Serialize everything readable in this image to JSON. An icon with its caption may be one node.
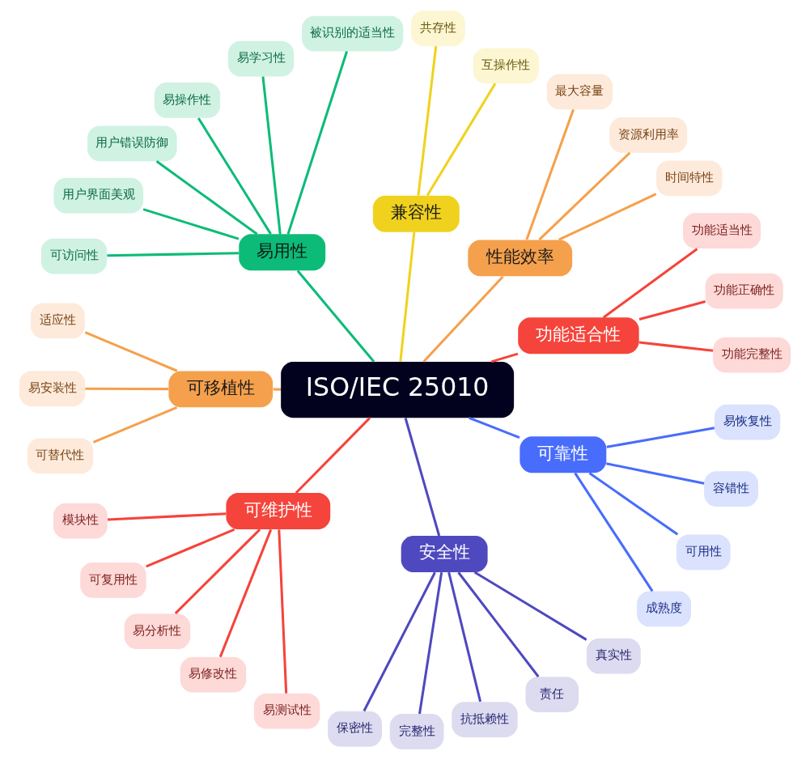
{
  "diagram": {
    "nodes": [
      {
        "text": [
          "ISO/IEC 25010"
        ]
      },
      {
        "text": [
          "功能适合性"
        ]
      },
      {
        "text": [
          "功能完整性"
        ]
      },
      {
        "text": [
          "功能正确性"
        ]
      },
      {
        "text": [
          "功能适当性"
        ]
      },
      {
        "text": [
          "性能效率"
        ]
      },
      {
        "text": [
          "时间特性"
        ]
      },
      {
        "text": [
          "资源利用率"
        ]
      },
      {
        "text": [
          "最大容量"
        ]
      },
      {
        "text": [
          "兼容性"
        ]
      },
      {
        "text": [
          "互操作性"
        ]
      },
      {
        "text": [
          "共存性"
        ]
      },
      {
        "text": [
          "易用性"
        ]
      },
      {
        "text": [
          "被识别的适当性"
        ]
      },
      {
        "text": [
          "易学习性"
        ]
      },
      {
        "text": [
          "易操作性"
        ]
      },
      {
        "text": [
          "用户错误防御"
        ]
      },
      {
        "text": [
          "用户界面美观"
        ]
      },
      {
        "text": [
          "可访问性"
        ]
      },
      {
        "text": [
          "可移植性"
        ]
      },
      {
        "text": [
          "适应性"
        ]
      },
      {
        "text": [
          "易安装性"
        ]
      },
      {
        "text": [
          "可替代性"
        ]
      },
      {
        "text": [
          "可维护性"
        ]
      },
      {
        "text": [
          "模块性"
        ]
      },
      {
        "text": [
          "可复用性"
        ]
      },
      {
        "text": [
          "易分析性"
        ]
      },
      {
        "text": [
          "易修改性"
        ]
      },
      {
        "text": [
          "易测试性"
        ]
      },
      {
        "text": [
          "安全性"
        ]
      },
      {
        "text": [
          "保密性"
        ]
      },
      {
        "text": [
          "完整性"
        ]
      },
      {
        "text": [
          "抗抵赖性"
        ]
      },
      {
        "text": [
          "责任"
        ]
      },
      {
        "text": [
          "真实性"
        ]
      },
      {
        "text": [
          "可靠性"
        ]
      },
      {
        "text": [
          "成熟度"
        ]
      },
      {
        "text": [
          "可用性"
        ]
      },
      {
        "text": [
          "容错性"
        ]
      },
      {
        "text": [
          "易恢复性"
        ]
      }
    ],
    "edges": [
      {
        "from": 0,
        "to": 1,
        "arrow": "none",
        "color": "#f5443b"
      },
      {
        "from": 1,
        "to": 2,
        "arrow": "none",
        "color": "#f5443b"
      },
      {
        "from": 1,
        "to": 3,
        "arrow": "none",
        "color": "#f5443b"
      },
      {
        "from": 1,
        "to": 4,
        "arrow": "none",
        "color": "#f5443b"
      },
      {
        "from": 0,
        "to": 5,
        "arrow": "none",
        "color": "#f5a04c"
      },
      {
        "from": 5,
        "to": 6,
        "arrow": "none",
        "color": "#f5a04c"
      },
      {
        "from": 5,
        "to": 7,
        "arrow": "none",
        "color": "#f5a04c"
      },
      {
        "from": 5,
        "to": 8,
        "arrow": "none",
        "color": "#f5a04c"
      },
      {
        "from": 0,
        "to": 9,
        "arrow": "none",
        "color": "#f0d21e"
      },
      {
        "from": 9,
        "to": 10,
        "arrow": "none",
        "color": "#f0d21e"
      },
      {
        "from": 9,
        "to": 11,
        "arrow": "none",
        "color": "#f0d21e"
      },
      {
        "from": 0,
        "to": 12,
        "arrow": "none",
        "color": "#0dbb78"
      },
      {
        "from": 12,
        "to": 13,
        "arrow": "none",
        "color": "#0dbb78"
      },
      {
        "from": 12,
        "to": 14,
        "arrow": "none",
        "color": "#0dbb78"
      },
      {
        "from": 12,
        "to": 15,
        "arrow": "none",
        "color": "#0dbb78"
      },
      {
        "from": 12,
        "to": 16,
        "arrow": "none",
        "color": "#0dbb78"
      },
      {
        "from": 12,
        "to": 17,
        "arrow": "none",
        "color": "#0dbb78"
      },
      {
        "from": 12,
        "to": 18,
        "arrow": "none",
        "color": "#0dbb78"
      },
      {
        "from": 0,
        "to": 19,
        "arrow": "none",
        "color": "#f5a04c"
      },
      {
        "from": 19,
        "to": 20,
        "arrow": "none",
        "color": "#f5a04c"
      },
      {
        "from": 19,
        "to": 21,
        "arrow": "none",
        "color": "#f5a04c"
      },
      {
        "from": 19,
        "to": 22,
        "arrow": "none",
        "color": "#f5a04c"
      },
      {
        "from": 0,
        "to": 23,
        "arrow": "none",
        "color": "#f5443b"
      },
      {
        "from": 23,
        "to": 24,
        "arrow": "none",
        "color": "#f5443b"
      },
      {
        "from": 23,
        "to": 25,
        "arrow": "none",
        "color": "#f5443b"
      },
      {
        "from": 23,
        "to": 26,
        "arrow": "none",
        "color": "#f5443b"
      },
      {
        "from": 23,
        "to": 27,
        "arrow": "none",
        "color": "#f5443b"
      },
      {
        "from": 23,
        "to": 28,
        "arrow": "none",
        "color": "#f5443b"
      },
      {
        "from": 0,
        "to": 29,
        "arrow": "none",
        "color": "#4f49bf"
      },
      {
        "from": 29,
        "to": 30,
        "arrow": "none",
        "color": "#4f49bf"
      },
      {
        "from": 29,
        "to": 31,
        "arrow": "none",
        "color": "#4f49bf"
      },
      {
        "from": 29,
        "to": 32,
        "arrow": "none",
        "color": "#4f49bf"
      },
      {
        "from": 29,
        "to": 33,
        "arrow": "none",
        "color": "#4f49bf"
      },
      {
        "from": 29,
        "to": 34,
        "arrow": "none",
        "color": "#4f49bf"
      },
      {
        "from": 0,
        "to": 35,
        "arrow": "none",
        "color": "#486cfb"
      },
      {
        "from": 35,
        "to": 36,
        "arrow": "none",
        "color": "#486cfb"
      },
      {
        "from": 35,
        "to": 37,
        "arrow": "none",
        "color": "#486cfb"
      },
      {
        "from": 35,
        "to": 38,
        "arrow": "none",
        "color": "#486cfb"
      },
      {
        "from": 35,
        "to": 39,
        "arrow": "none",
        "color": "#486cfb"
      }
    ]
  }
}
